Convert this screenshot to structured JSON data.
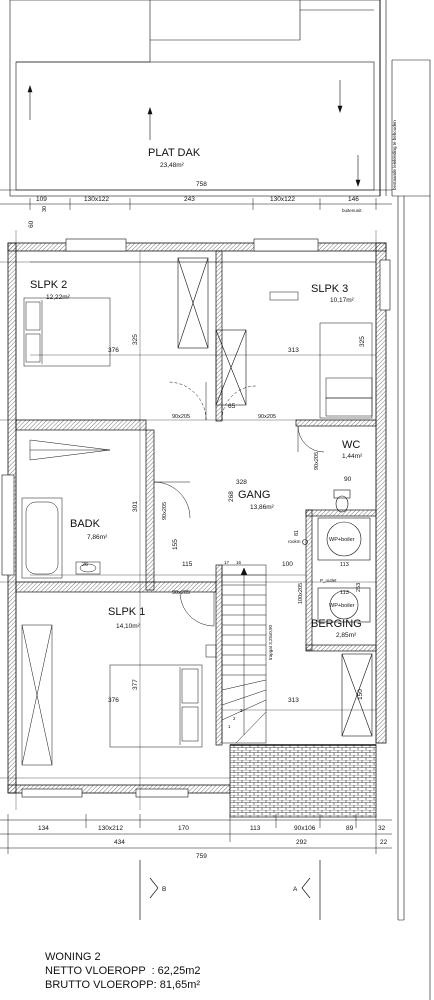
{
  "roof": {
    "name": "PLAT DAK",
    "area": "23,48m²",
    "note": "bestaande leiekleding te behouden",
    "outlet": "buitenunit"
  },
  "rooms": {
    "slpk2": {
      "name": "SLPK 2",
      "area": "12,22m²"
    },
    "slpk3": {
      "name": "SLPK 3",
      "area": "10,17m²"
    },
    "wc": {
      "name": "WC",
      "area": "1,44m²"
    },
    "badk": {
      "name": "BADK",
      "area": "7,86m²"
    },
    "gang": {
      "name": "GANG",
      "area": "13,86m²"
    },
    "slpk1": {
      "name": "SLPK 1",
      "area": "14,10m²"
    },
    "berging": {
      "name": "BERGING",
      "area": "2,85m²"
    }
  },
  "fixtures": {
    "wp_boiler_1": "WP+boiler",
    "wp_boiler_2": "WP+boiler",
    "rookm": "rookm",
    "p_outlet": "P_outlet",
    "trapgat": "trapgat 3,25x0,90"
  },
  "dims_top": {
    "total": "758",
    "segments": [
      "109",
      "130x122",
      "243",
      "130x122",
      "146"
    ]
  },
  "dims_left": [
    "60",
    "30"
  ],
  "dims_inner": {
    "slpk2_h": "325",
    "slpk2_w": "376",
    "slpk3_w": "313",
    "slpk3_h": "325",
    "closet_w": "65",
    "door1": "90x205",
    "door2": "90x205",
    "door_wc": "90x205",
    "wc_w": "90",
    "gang_w": "328",
    "badk_h": "301",
    "gang_h": "268",
    "door_badk": "90x205",
    "badk_step": "155",
    "badk_w": "115",
    "step_26": "26",
    "d_81": "81",
    "d_113a": "113",
    "d_100": "100",
    "d_253": "253",
    "d_100x205": "100x205",
    "d_113b": "113",
    "door_slpk1": "90x205",
    "stair_17": "17",
    "stair_16": "16",
    "slpk1_w": "376",
    "slpk1_h": "377",
    "slpk1_w2": "313",
    "berging_h": "150",
    "stairs": [
      "3",
      "2",
      "1"
    ]
  },
  "dims_bottom": {
    "row1": [
      "134",
      "130x212",
      "170",
      "113",
      "90x106",
      "89",
      "32"
    ],
    "row2": [
      "434",
      "292",
      "22"
    ],
    "total": "759"
  },
  "sections": {
    "b": "B",
    "a": "A"
  },
  "caption": {
    "title": "WONING 2",
    "netto": "NETTO VLOEROPP  : 62,25m2",
    "brutto": "BRUTTO VLOEROPP: 81,65m²"
  },
  "colors": {
    "line": "#111111",
    "wall": "#444444",
    "brick": "#333333"
  }
}
